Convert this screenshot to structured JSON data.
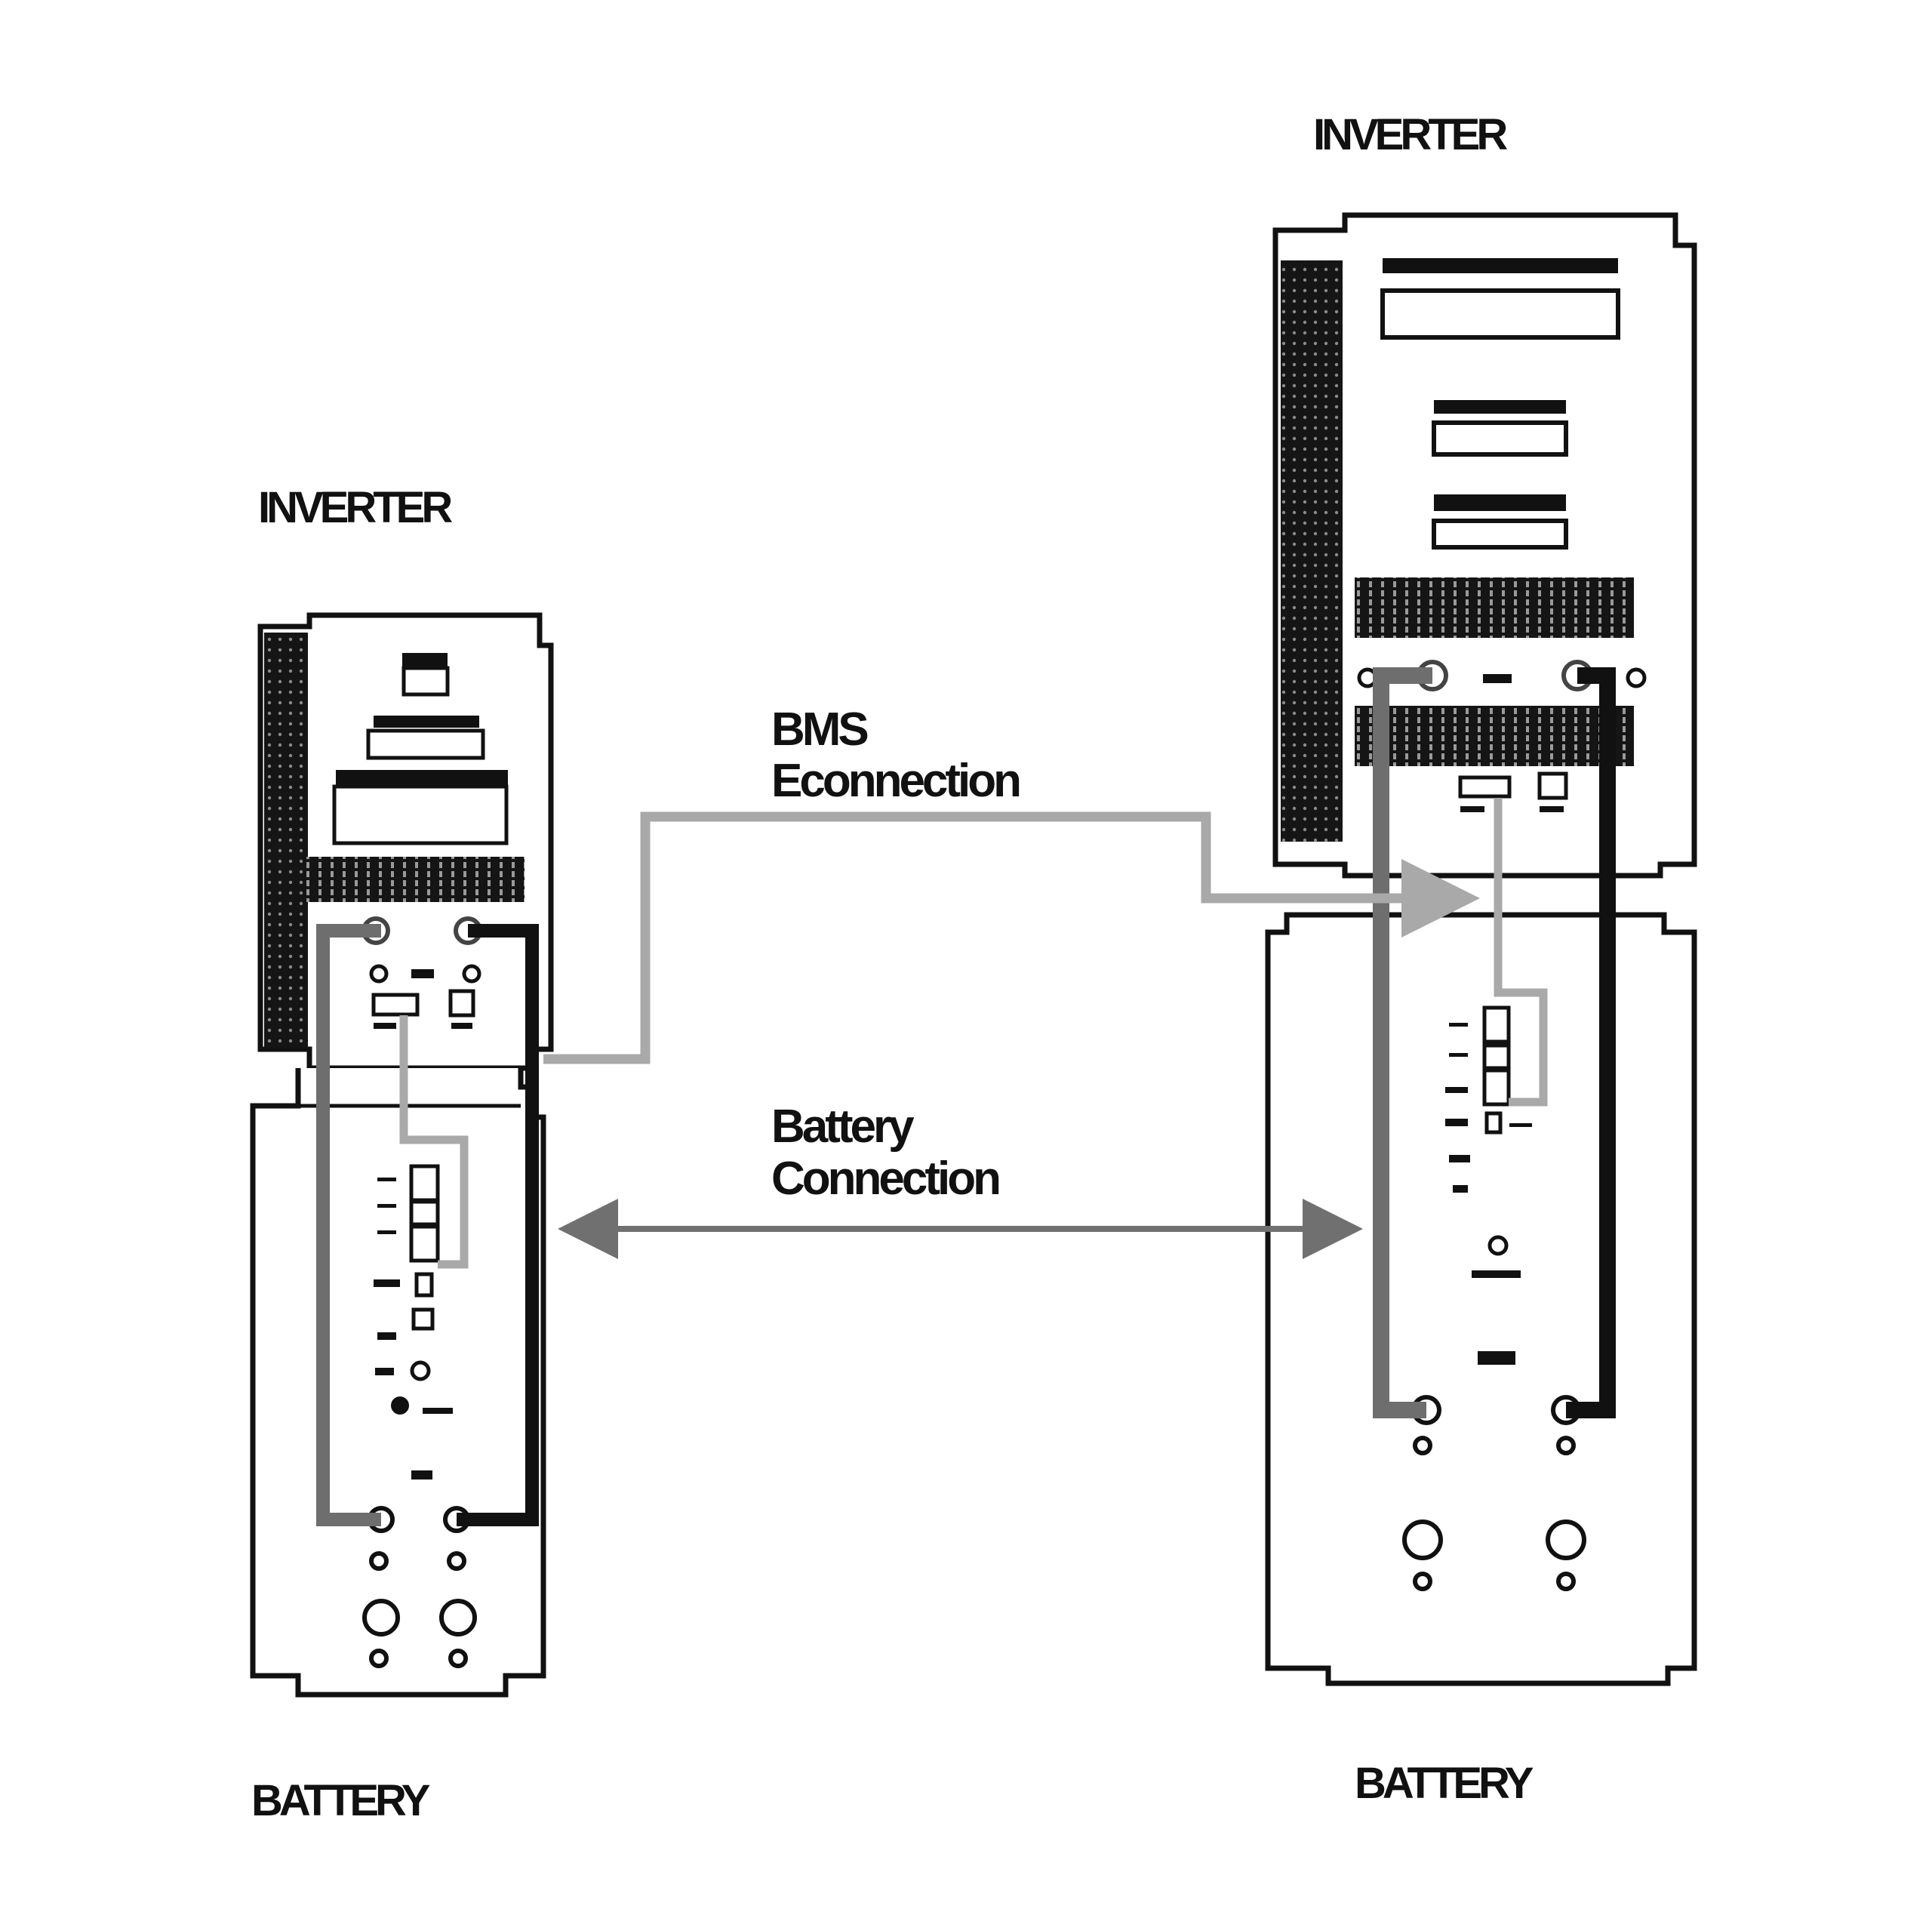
{
  "colors": {
    "background": "#ffffff",
    "outline": "#111111",
    "cable_black": "#111111",
    "cable_dark_gray": "#6e6e6e",
    "bms_cable": "#a9a9a9",
    "battery_arrow": "#707070"
  },
  "left_unit": {
    "inverter_label": "INVERTER",
    "battery_label": "BATTERY"
  },
  "right_unit": {
    "inverter_label": "INVERTER",
    "battery_label": "BATTERY"
  },
  "bms_connection": {
    "line1": "BMS",
    "line2": "Econnection"
  },
  "battery_connection": {
    "line1": "Battery",
    "line2": "Connection"
  }
}
